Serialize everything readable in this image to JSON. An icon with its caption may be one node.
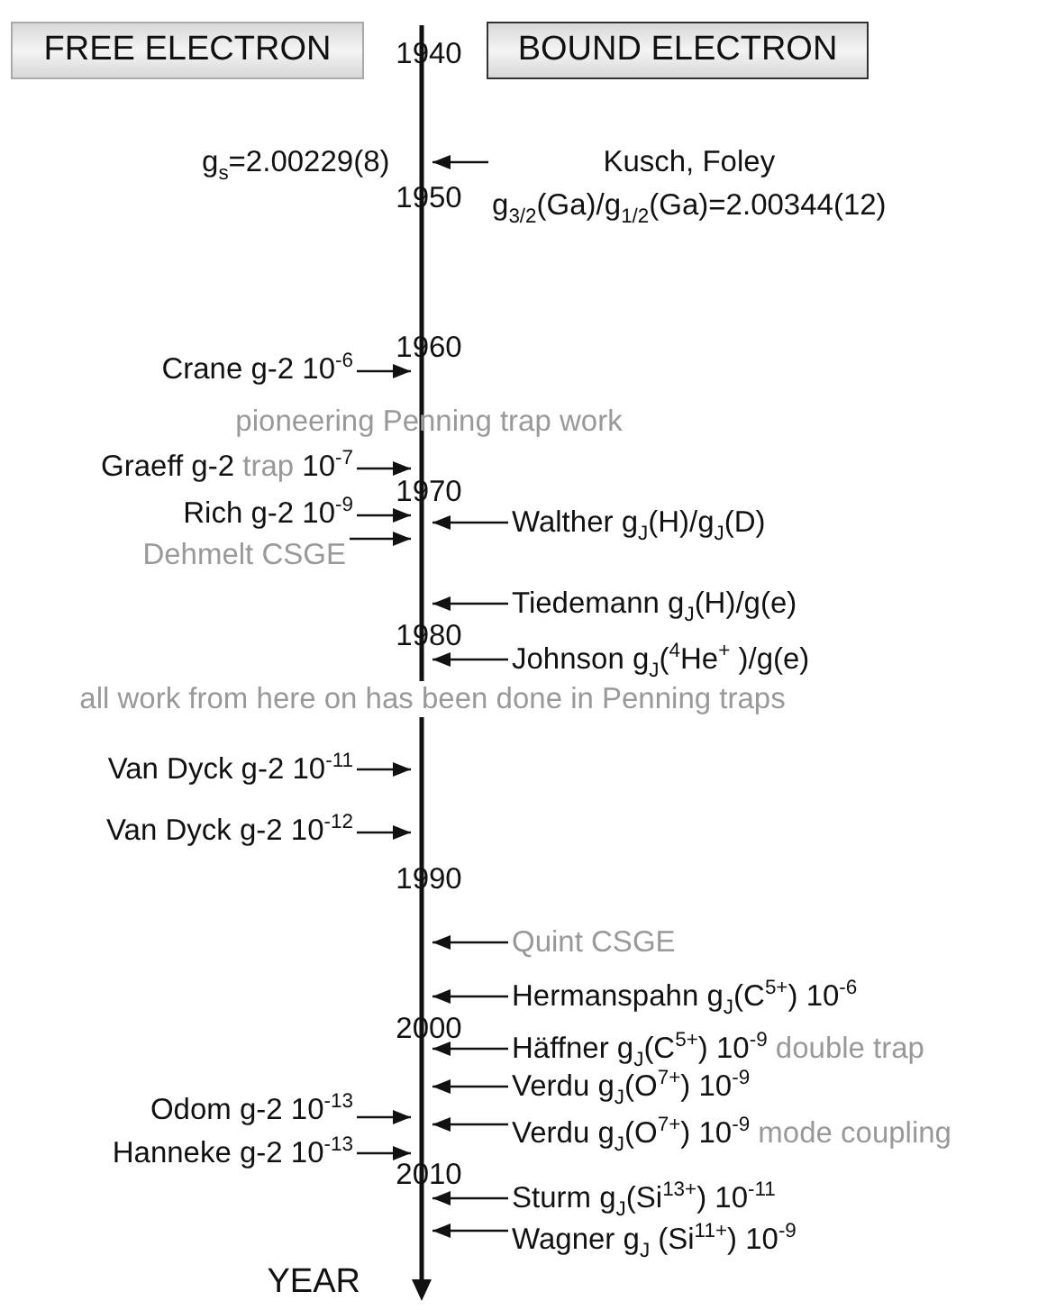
{
  "diagram": {
    "nodes": [
      {
        "text": [
          "FREE ELECTRON"
        ]
      },
      {
        "text": [
          "BOUND ELECTRON"
        ]
      },
      {
        "text": [
          "Kusch, Foley",
          "g$_{3/2}$(Ga)/g$_{1/2}$(Ga)=2.00344(12)"
        ]
      },
      {
        "text": [
          "Crane g-2  10$^{-6}$"
        ]
      },
      {
        "text": [
          "Graeff g-2",
          "trap",
          "10$^{-7}$"
        ]
      },
      {
        "text": [
          "Rich g-2  10$^{-9}$"
        ]
      },
      {
        "text": [
          "Dehmelt CSGE"
        ]
      },
      {
        "text": [
          "Walther g$_{J}$(H)/g$_{J}$(D)"
        ]
      },
      {
        "text": [
          "Tiedemann g$_{J}$(H)/g(e)"
        ]
      },
      {
        "text": [
          "Johnson g$_{J}$($^{4}$He$^{+}$ )/g(e)"
        ]
      },
      {
        "text": [
          "Van Dyck g-2  10$^{-11}$"
        ]
      },
      {
        "text": [
          "Van Dyck g-2  10$^{-12}$"
        ]
      },
      {
        "text": [
          "Quint CSGE"
        ]
      },
      {
        "text": [
          "Hermanspahn g$_{J}$(C$^{5+}$) 10$^{-6}$"
        ]
      },
      {
        "text": [
          "Häffner g$_{J}$(C$^{5+}$) 10$^{-9}$",
          "double trap"
        ]
      },
      {
        "text": [
          "Verdu g$_{J}$(O$^{7+}$) 10$^{-9}$"
        ]
      },
      {
        "text": [
          "Verdu g$_{J}$(O$^{7+}$) 10$^{-9}$",
          "mode coupling"
        ]
      },
      {
        "text": [
          "Odom g-2  10$^{-13}$"
        ]
      },
      {
        "text": [
          "Hanneke g-2  10$^{-13}$"
        ]
      },
      {
        "text": [
          "Sturm g$_{J}$(Si$^{13+}$) 10$^{-11}$"
        ]
      },
      {
        "text": [
          "Wagner g$_{J}$ (Si$^{11+}$) 10$^{-9}$"
        ]
      },
      {
        "text": [],
        "shape": "bar"
      }
    ],
    "edges": [
      {
        "from": 2,
        "to": 21,
        "arrow": "to"
      },
      {
        "from": 3,
        "to": 21,
        "arrow": "to"
      },
      {
        "from": 4,
        "to": 21,
        "arrow": "to"
      },
      {
        "from": 5,
        "to": 21,
        "arrow": "to"
      },
      {
        "from": 6,
        "to": 21,
        "arrow": "to"
      },
      {
        "from": 7,
        "to": 21,
        "arrow": "to"
      },
      {
        "from": 8,
        "to": 21,
        "arrow": "to"
      },
      {
        "from": 9,
        "to": 21,
        "arrow": "to"
      },
      {
        "from": 10,
        "to": 21,
        "arrow": "to"
      },
      {
        "from": 11,
        "to": 21,
        "arrow": "to"
      },
      {
        "from": 12,
        "to": 21,
        "arrow": "to"
      },
      {
        "from": 13,
        "to": 21,
        "arrow": "to"
      },
      {
        "from": 14,
        "to": 21,
        "arrow": "to"
      },
      {
        "from": 15,
        "to": 21,
        "arrow": "to"
      },
      {
        "from": 16,
        "to": 21,
        "arrow": "to"
      },
      {
        "from": 17,
        "to": 21,
        "arrow": "to"
      },
      {
        "from": 18,
        "to": 21,
        "arrow": "to"
      },
      {
        "from": 19,
        "to": 21,
        "arrow": "to"
      },
      {
        "from": 20,
        "to": 21,
        "arrow": "to"
      }
    ],
    "labels": [
      "1940",
      "g$_{s}$=2.00229(8)",
      "1950",
      "1960",
      "pioneering Penning trap work",
      "1970",
      "1980",
      "all work from here on has been done in Penning traps",
      "1990",
      "2000",
      "2010",
      "YEAR"
    ]
  }
}
